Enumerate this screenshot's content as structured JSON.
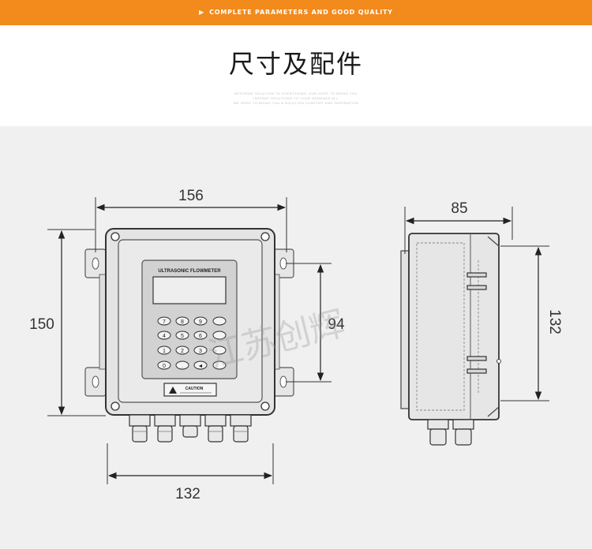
{
  "header": {
    "banner_text": "COMPLETE PARAMETERS AND GOOD QUALITY",
    "banner_color": "#f28a1c",
    "title": "尺寸及配件",
    "subtitle_lines": [
      "DESCRIBE SOLUTION TO EVERYTHING, OUR HOPE TO BRING YOU",
      "INSTANT SOLUTIONS TO YOUR DEMANDS ALL",
      "WE HOPE TO BRING YOU A SOLUTION COMFORT AND INSPIRATION"
    ]
  },
  "diagram": {
    "front_view": {
      "dim_width_top": "156",
      "dim_height_left": "150",
      "dim_mount_height": "94",
      "dim_width_bottom": "132",
      "device_label": "ULTRASONIC FLOWMETER",
      "caution_label": "CAUTION",
      "keypad_keys": [
        "7",
        "8",
        "9",
        "4",
        "5",
        "6",
        "1",
        "2",
        "3",
        "0",
        ".",
        "◄"
      ]
    },
    "side_view": {
      "dim_depth": "85",
      "dim_height_right": "132"
    },
    "watermark": "江苏创辉"
  }
}
